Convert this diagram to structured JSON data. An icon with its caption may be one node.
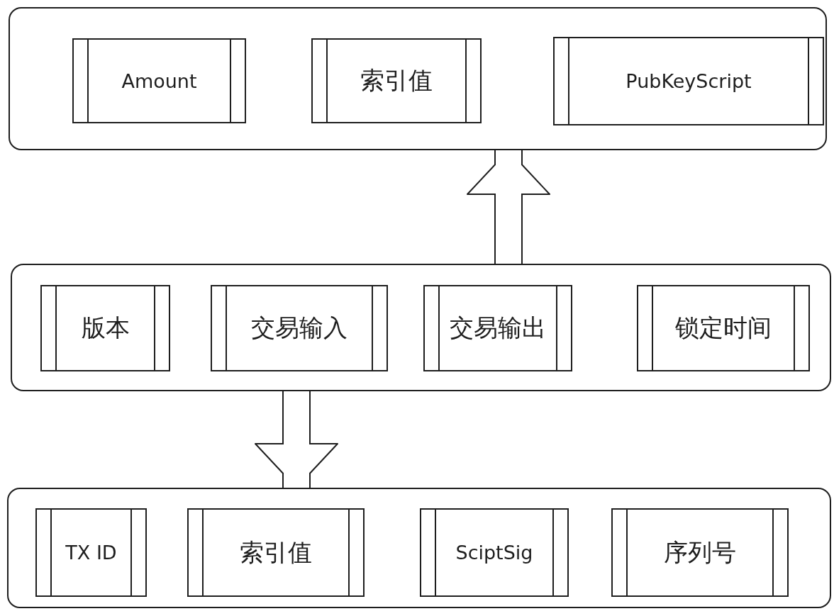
{
  "diagram": {
    "nodes": [
      {
        "text": [],
        "shape": "box"
      },
      {
        "text": [
          "Amount"
        ],
        "in": 0
      },
      {
        "text": [
          "索引值"
        ],
        "in": 0
      },
      {
        "text": [
          "PubKeyScript"
        ],
        "in": 0
      },
      {
        "text": [],
        "shape": "box"
      },
      {
        "text": [
          "版本"
        ],
        "in": 4
      },
      {
        "text": [
          "交易输入"
        ],
        "in": 4
      },
      {
        "text": [
          "交易输出"
        ],
        "in": 4
      },
      {
        "text": [
          "锁定时间"
        ],
        "in": 4
      },
      {
        "text": [],
        "shape": "box"
      },
      {
        "text": [
          "TX ID"
        ],
        "in": 9
      },
      {
        "text": [
          "索引值"
        ],
        "in": 9
      },
      {
        "text": [
          "SciptSig"
        ],
        "in": 9
      },
      {
        "text": [
          "序列号"
        ],
        "in": 9
      }
    ],
    "edges": [
      {
        "from": 4,
        "to": 0,
        "arrow": "to"
      },
      {
        "from": 4,
        "to": 9,
        "arrow": "to"
      }
    ]
  }
}
